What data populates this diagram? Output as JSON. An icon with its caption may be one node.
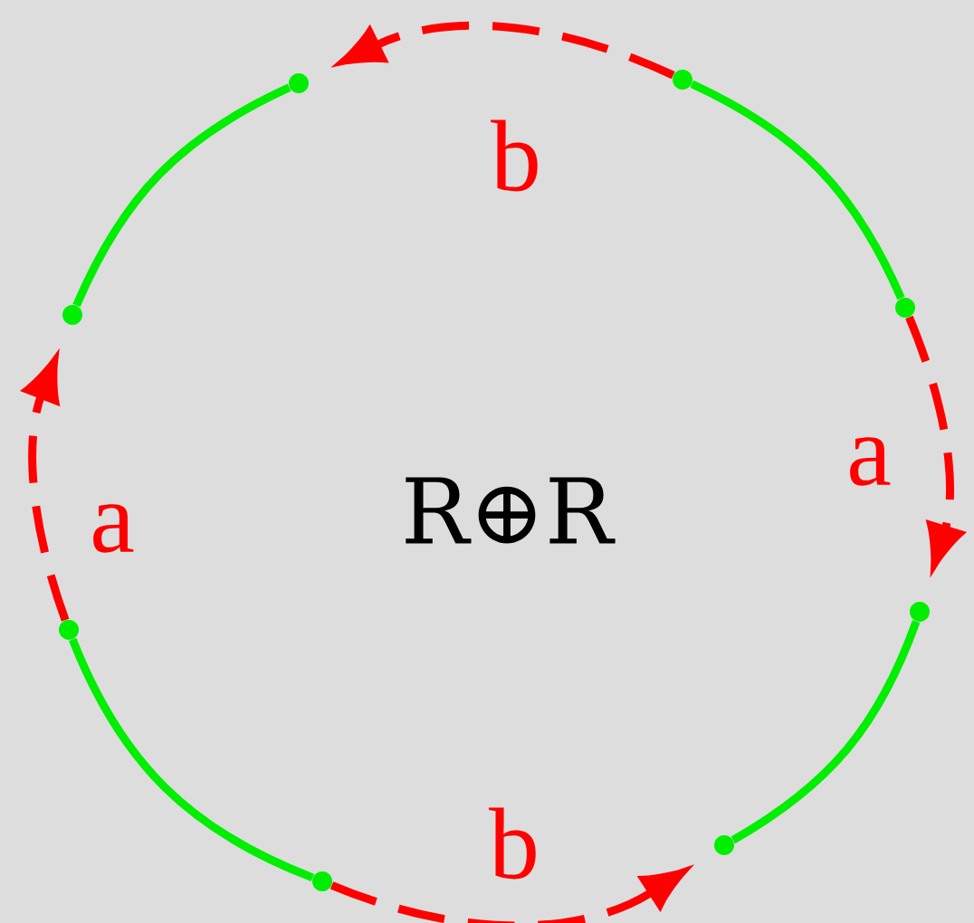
{
  "diagram": {
    "nodes": [
      {
        "text": [],
        "shape": "circle"
      },
      {
        "text": [],
        "shape": "circle"
      },
      {
        "text": [],
        "shape": "circle"
      },
      {
        "text": [],
        "shape": "circle"
      },
      {
        "text": [],
        "shape": "circle"
      },
      {
        "text": [],
        "shape": "circle"
      },
      {
        "text": [],
        "shape": "circle"
      },
      {
        "text": [],
        "shape": "circle"
      }
    ],
    "edges": [
      {
        "from": 0,
        "to": 1,
        "arrow": "none",
        "color": "#00ee00"
      },
      {
        "from": 1,
        "to": 2,
        "arrow": "to",
        "label": "a",
        "style": "dashed",
        "color": "#ff0000"
      },
      {
        "from": 2,
        "to": 3,
        "arrow": "none",
        "color": "#00ee00"
      },
      {
        "from": 4,
        "to": 3,
        "arrow": "to",
        "label": "b",
        "style": "dashed",
        "color": "#ff0000"
      },
      {
        "from": 4,
        "to": 5,
        "arrow": "none",
        "color": "#00ee00"
      },
      {
        "from": 5,
        "to": 6,
        "arrow": "to",
        "label": "a",
        "style": "dashed",
        "color": "#ff0000"
      },
      {
        "from": 6,
        "to": 7,
        "arrow": "none",
        "color": "#00ee00"
      },
      {
        "from": 0,
        "to": 7,
        "arrow": "to",
        "label": "b",
        "style": "dashed",
        "color": "#ff0000"
      }
    ],
    "labels": [
      "R⊕R"
    ]
  }
}
